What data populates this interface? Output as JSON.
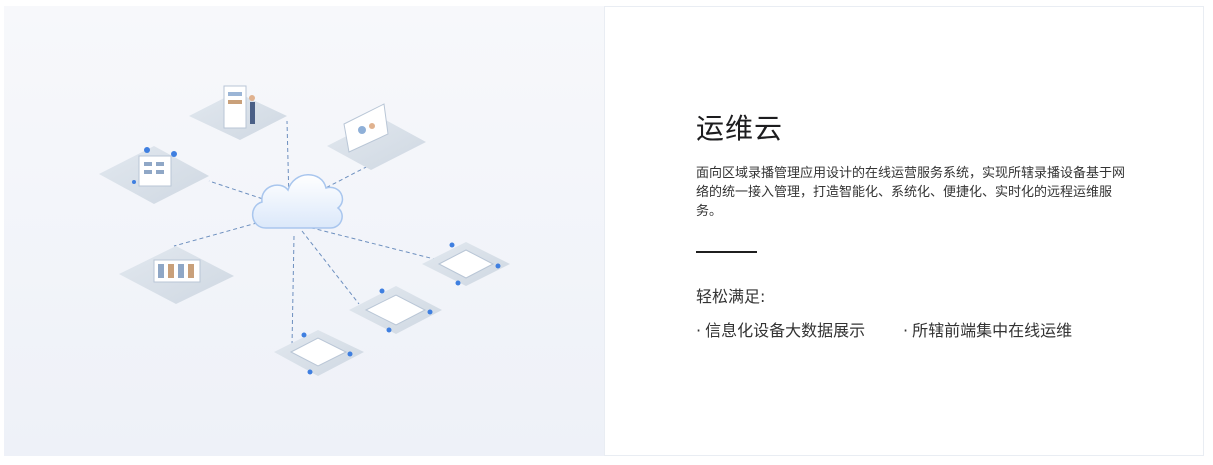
{
  "card": {
    "title": "运维云",
    "description": "面向区域录播管理应用设计的在线运营服务系统，实现所辖录播设备基于网络的统一接入管理，打造智能化、系统化、便捷化、实时化的远程运维服务。",
    "features_heading": "轻松满足:",
    "features": [
      {
        "bullet": "·",
        "text": "信息化设备大数据展示"
      },
      {
        "bullet": "·",
        "text": "所辖前端集中在线运维"
      }
    ]
  },
  "colors": {
    "accent_blue": "#3f7fe0",
    "tile": "#d9e1ea",
    "divider": "#1f1f1f"
  },
  "icons": [
    "cloud-icon",
    "device-tile-icon"
  ]
}
